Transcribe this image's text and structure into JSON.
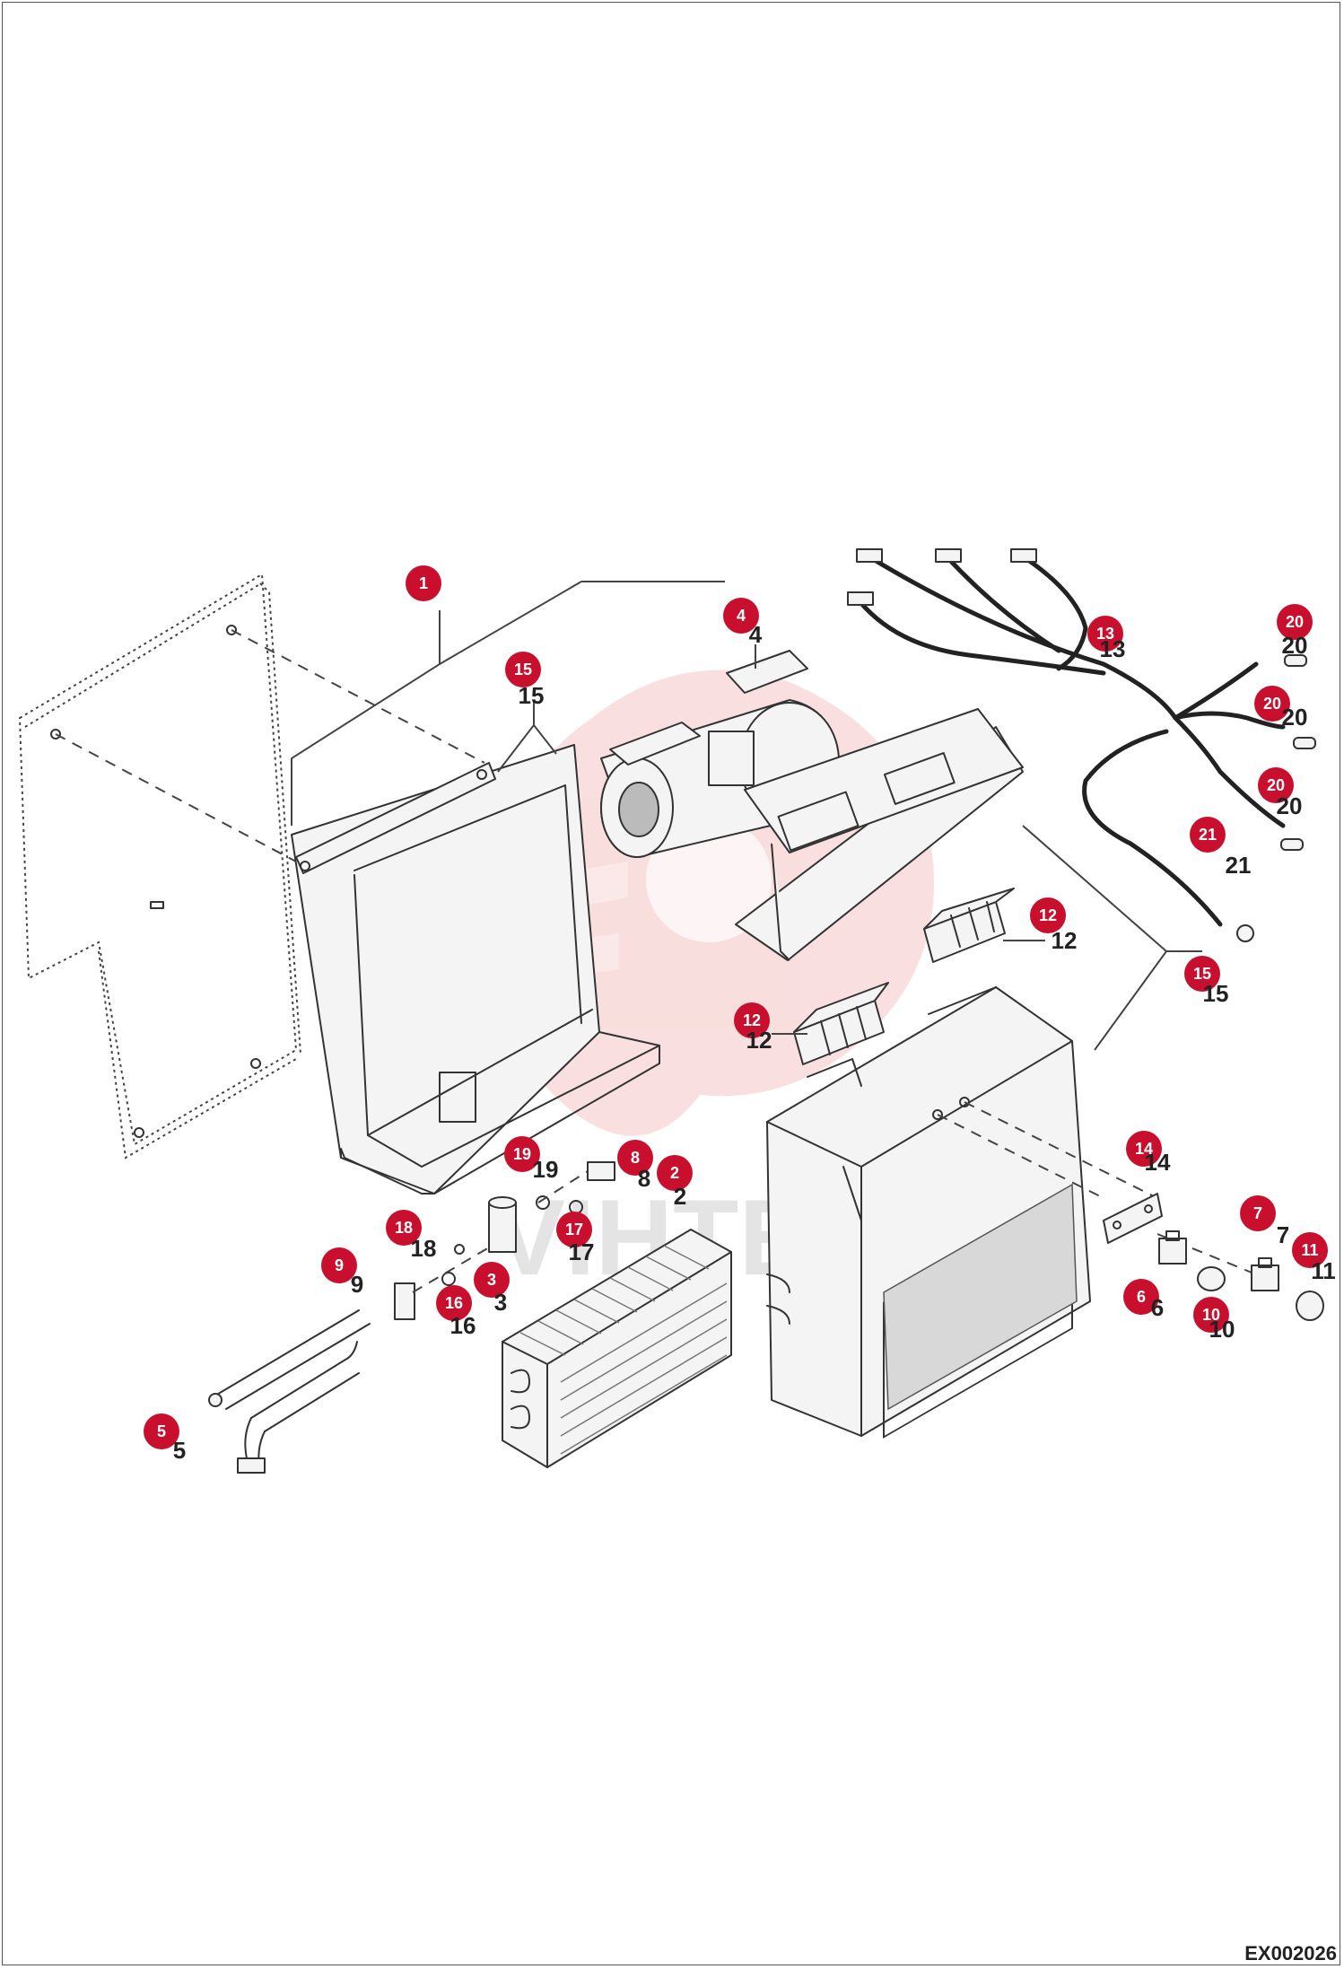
{
  "image_code": "EX002026",
  "watermark": "VIHTEX",
  "colors": {
    "callout": "#c8102e",
    "watermark_logo": "#f2b8b8"
  },
  "callouts": [
    {
      "id": "1",
      "label": "1",
      "plain": ""
    },
    {
      "id": "2",
      "label": "2",
      "plain": "2"
    },
    {
      "id": "3",
      "label": "3",
      "plain": "3"
    },
    {
      "id": "4",
      "label": "4",
      "plain": "4"
    },
    {
      "id": "5",
      "label": "5",
      "plain": "5"
    },
    {
      "id": "6",
      "label": "6",
      "plain": "6"
    },
    {
      "id": "7",
      "label": "7",
      "plain": "7"
    },
    {
      "id": "8",
      "label": "8",
      "plain": "8"
    },
    {
      "id": "9",
      "label": "9",
      "plain": "9"
    },
    {
      "id": "10",
      "label": "10",
      "plain": "10"
    },
    {
      "id": "11",
      "label": "11",
      "plain": "11"
    },
    {
      "id": "12a",
      "label": "12",
      "plain": "12"
    },
    {
      "id": "12b",
      "label": "12",
      "plain": "12"
    },
    {
      "id": "13",
      "label": "13",
      "plain": "13"
    },
    {
      "id": "14",
      "label": "14",
      "plain": "14"
    },
    {
      "id": "15a",
      "label": "15",
      "plain": "15"
    },
    {
      "id": "15b",
      "label": "15",
      "plain": "15"
    },
    {
      "id": "16",
      "label": "16",
      "plain": "16"
    },
    {
      "id": "17",
      "label": "17",
      "plain": "17"
    },
    {
      "id": "18",
      "label": "18",
      "plain": "18"
    },
    {
      "id": "19",
      "label": "19",
      "plain": "19"
    },
    {
      "id": "20a",
      "label": "20",
      "plain": "20"
    },
    {
      "id": "20b",
      "label": "20",
      "plain": "20"
    },
    {
      "id": "20c",
      "label": "20",
      "plain": "20"
    },
    {
      "id": "21",
      "label": "21",
      "plain": "21"
    }
  ]
}
